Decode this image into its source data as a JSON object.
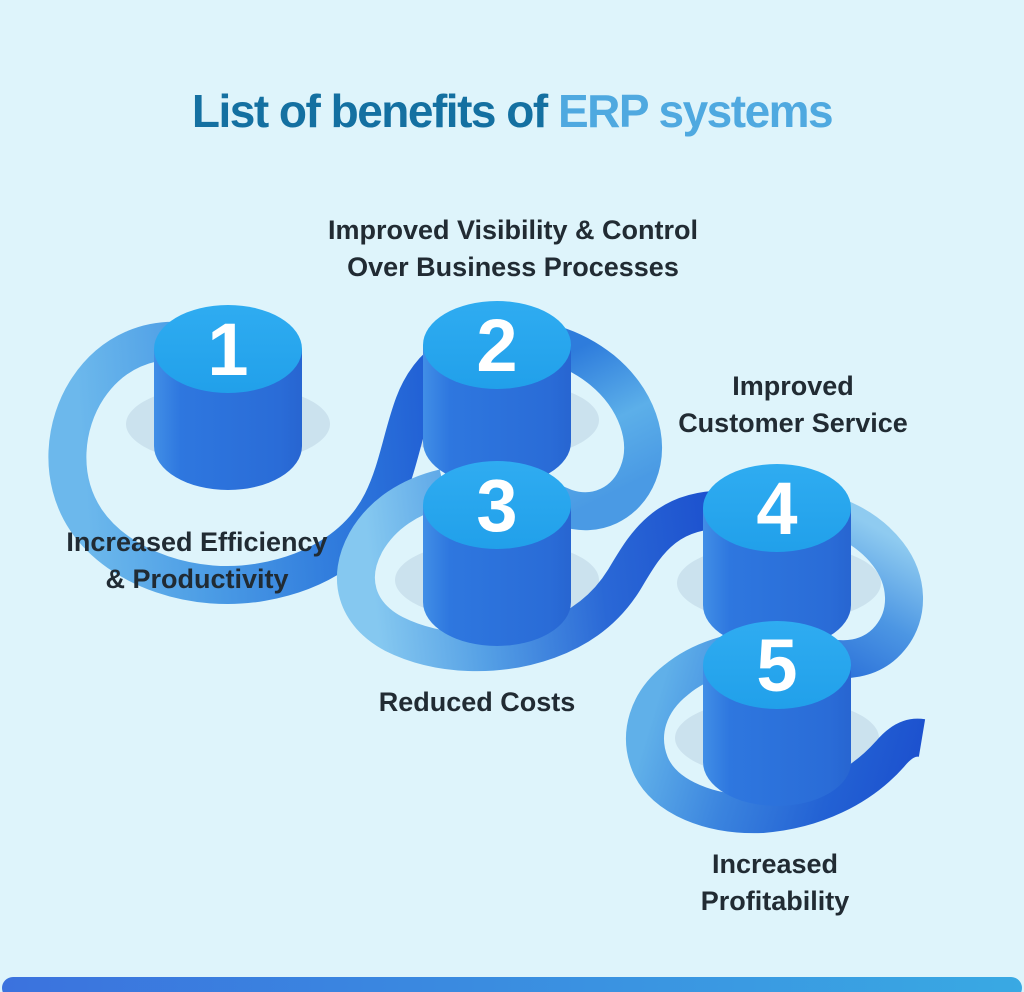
{
  "title": {
    "prefix": "List of benefits of ",
    "highlight": "ERP systems"
  },
  "steps": [
    {
      "number": "1",
      "label": "Increased Efficiency & Productivity",
      "lines": [
        "Increased Efficiency",
        "& Productivity"
      ]
    },
    {
      "number": "2",
      "label": "Improved Visibility & Control Over Business Processes",
      "lines": [
        "Improved Visibility & Control",
        "Over Business Processes"
      ]
    },
    {
      "number": "3",
      "label": "Reduced Costs",
      "lines": [
        "Reduced Costs"
      ]
    },
    {
      "number": "4",
      "label": "Improved Customer Service",
      "lines": [
        "Improved",
        "Customer Service"
      ]
    },
    {
      "number": "5",
      "label": "Increased Profitability",
      "lines": [
        "Increased",
        "Profitability"
      ]
    }
  ],
  "colors": {
    "background": "#DEF4FB",
    "title_dark": "#1470A1",
    "title_accent": "#4FA9E0",
    "label_text": "#212B33",
    "cylinder_top": "#29A7EE",
    "cylinder_side": "#2B6FD9",
    "number_text": "#FFFFFF",
    "ribbon_light": "#85C8F0",
    "ribbon_dark": "#1C50CE",
    "shadow": "#C9E0EC",
    "footer_bar_left": "#3B72DE",
    "footer_bar_right": "#39A9E3"
  }
}
